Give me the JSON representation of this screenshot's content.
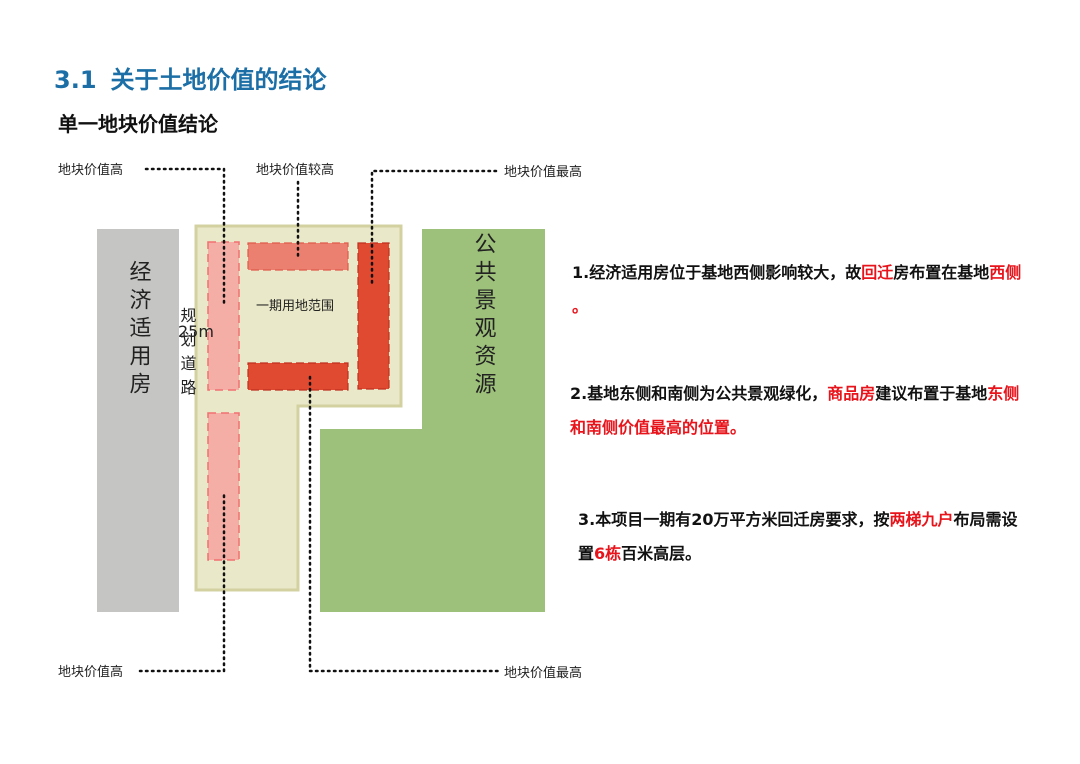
{
  "header": {
    "section_number": "3.1",
    "section_title": "关于土地价值的结论",
    "subtitle": "单一地块价值结论"
  },
  "diagram": {
    "callouts": {
      "top_left": "地块价值高",
      "top_middle": "地块价值较高",
      "top_right": "地块价值最高",
      "bottom_left": "地块价值高",
      "bottom_right": "地块价值最高"
    },
    "left_zone_label": "经济适用房",
    "road_width": "25m",
    "road_label": "规划道路",
    "site_label": "一期用地范围",
    "right_zone_label": "公共景观资源",
    "colors": {
      "left_zone": "#c5c6c3",
      "site": "#e9e8c8",
      "site_border": "#d3d1a0",
      "green_zone": "#9dc17a",
      "block_light": "#f4aea6",
      "block_medium": "#ec8070",
      "block_dark": "#e04a30",
      "dashed_outline": "#f07070"
    }
  },
  "notes": [
    {
      "parts": [
        {
          "text": "1.经济适用房位于基地西侧影响较大，故",
          "highlight": false
        },
        {
          "text": "回迁",
          "highlight": true
        },
        {
          "text": "房布置在基地",
          "highlight": false
        },
        {
          "text": "西侧 。",
          "highlight": true
        }
      ]
    },
    {
      "parts": [
        {
          "text": "2.基地东侧和南侧为公共景观绿化，",
          "highlight": false
        },
        {
          "text": "商品房",
          "highlight": true
        },
        {
          "text": "建议布置于基地",
          "highlight": false
        },
        {
          "text": "东侧和南侧价值最高的位置。",
          "highlight": true
        }
      ]
    },
    {
      "parts": [
        {
          "text": "3.本项目一期有20万平方米回迁房要求，按",
          "highlight": false
        },
        {
          "text": "两梯九户",
          "highlight": true
        },
        {
          "text": "布局需设置",
          "highlight": false
        },
        {
          "text": "6栋",
          "highlight": true
        },
        {
          "text": "百米高层。",
          "highlight": false
        }
      ]
    }
  ]
}
